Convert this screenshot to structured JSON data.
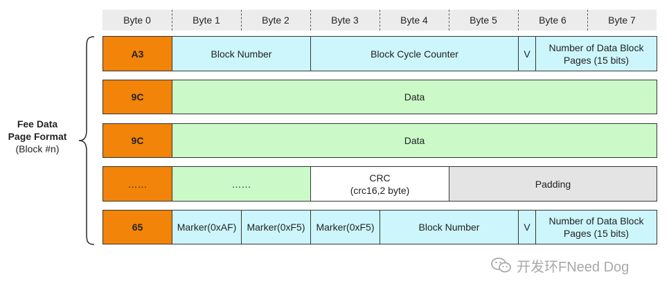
{
  "header": {
    "bytes": [
      "Byte 0",
      "Byte 1",
      "Byte 2",
      "Byte 3",
      "Byte 4",
      "Byte 5",
      "Byte 6",
      "Byte 7"
    ]
  },
  "side_label": {
    "line1": "Fee Data",
    "line2": "Page Format",
    "line3": "(Block #n)"
  },
  "rows": [
    {
      "cells": [
        {
          "text": "A3",
          "kind": "orange"
        },
        {
          "text": "Block Number",
          "kind": "cyan"
        },
        {
          "text": "Block Cycle Counter",
          "kind": "cyan"
        },
        {
          "text": "V",
          "kind": "cyan"
        },
        {
          "text": "Number of Data Block\nPages  (15 bits)",
          "kind": "cyan"
        }
      ]
    },
    {
      "cells": [
        {
          "text": "9C",
          "kind": "orange"
        },
        {
          "text": "Data",
          "kind": "green"
        }
      ]
    },
    {
      "cells": [
        {
          "text": "9C",
          "kind": "orange"
        },
        {
          "text": "Data",
          "kind": "green"
        }
      ]
    },
    {
      "cells": [
        {
          "text": "……",
          "kind": "orange"
        },
        {
          "text": "……",
          "kind": "green"
        },
        {
          "text": "CRC\n(crc16,2 byte)",
          "kind": "white"
        },
        {
          "text": "Padding",
          "kind": "grey"
        }
      ]
    },
    {
      "cells": [
        {
          "text": "65",
          "kind": "orange"
        },
        {
          "text": "Marker(0xAF)",
          "kind": "cyan"
        },
        {
          "text": "Marker(0xF5)",
          "kind": "cyan"
        },
        {
          "text": "Marker(0xF5)",
          "kind": "cyan"
        },
        {
          "text": "Block Number",
          "kind": "cyan"
        },
        {
          "text": "V",
          "kind": "cyan"
        },
        {
          "text": "Number of Data Block\nPages  (15 bits)",
          "kind": "cyan"
        }
      ]
    }
  ],
  "watermark": {
    "icon": "wechat-icon",
    "text": "开发环FNeed Dog"
  }
}
